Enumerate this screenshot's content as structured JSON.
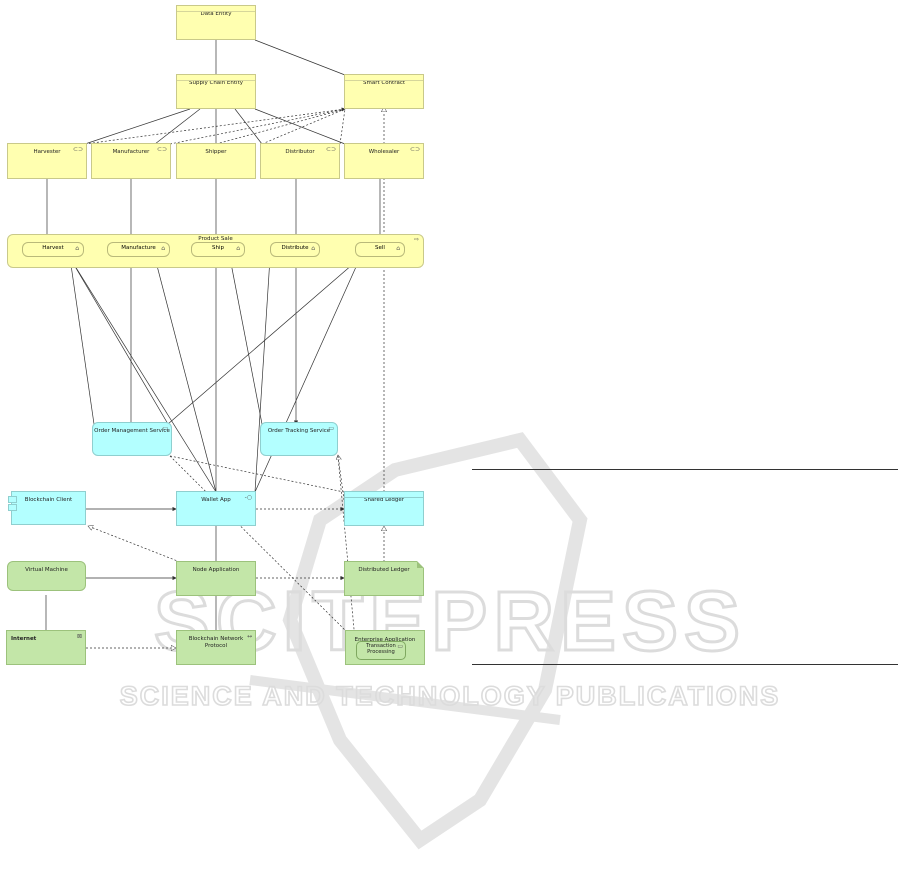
{
  "watermark": {
    "brand": "SCITEPRESS",
    "tagline": "SCIENCE AND TECHNOLOGY PUBLICATIONS"
  },
  "diagram": {
    "business_layer": {
      "data_entity": "Data Entity",
      "supply_chain_entity": "Supply Chain Entity",
      "smart_contract": "Smart Contract",
      "roles": {
        "harvester": "Harvester",
        "manufacturer": "Manufacturer",
        "shipper": "Shipper",
        "distributor": "Distributor",
        "wholesaler": "Wholesaler"
      },
      "product_sale": {
        "title": "Product Sale",
        "steps": {
          "harvest": "Harvest",
          "manufacture": "Manufacture",
          "ship": "Ship",
          "distribute": "Distribute",
          "sell": "Sell"
        }
      }
    },
    "application_layer": {
      "order_management_service": "Order Management Service",
      "order_tracking_service": "Order Tracking Service",
      "blockchain_client": "Blockchain Client",
      "wallet_app": "Wallet App",
      "shared_ledger": "Shared Ledger"
    },
    "technology_layer": {
      "virtual_machine": "Virtual Machine",
      "node_application": "Node Application",
      "distributed_ledger": "Distributed Ledger",
      "internet": "Internet",
      "blockchain_network_protocol": "Blockchain Network Protocol",
      "enterprise_application_server": "Enterprise Application Server",
      "transaction_processing": "Transaction Processing"
    }
  },
  "colors": {
    "business": "#ffffb0",
    "application": "#b3ffff",
    "technology": "#c3e6a8",
    "watermark": "#d8d8d8"
  }
}
